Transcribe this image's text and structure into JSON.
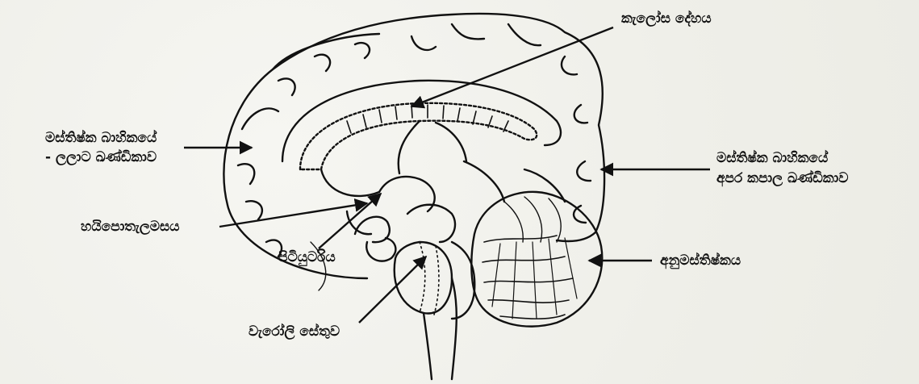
{
  "labels": {
    "corpus_callosum": "කැලෝස දේහය",
    "frontal_lobe_line1": "මස්තිෂ්ක බාහිකයේ",
    "frontal_lobe_line2": "- ලලාට ඛණ්ඩිකාව",
    "occipital_lobe_line1": "මස්තිෂ්ක බාහිකයේ",
    "occipital_lobe_line2": "අපර කපාල ඛණ්ඩිකාව",
    "hypothalamus": "හයිපොතැලමසය",
    "pituitary": "පිටියුටරිය",
    "cerebellum": "අනුමස්තිෂ්කය",
    "pons": "වැරෝලි සේතුව"
  },
  "colors": {
    "ink": "#111111",
    "background": "#f1f1ec"
  }
}
